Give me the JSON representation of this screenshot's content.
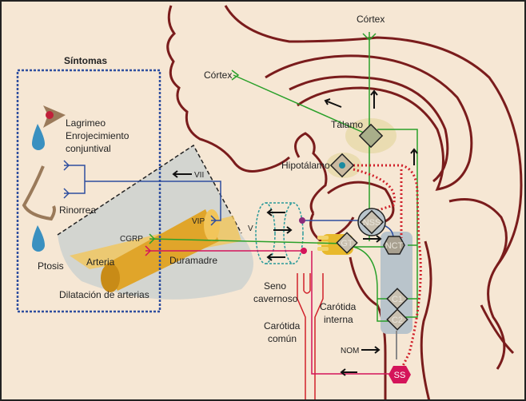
{
  "symptoms": {
    "title": "Síntomas",
    "items": [
      "Lagrimeo",
      "Enrojecimiento",
      "conjuntival",
      "Rinorrea",
      "Ptosis",
      "Dilatación de arterias"
    ]
  },
  "labels": {
    "cortex_top": "Córtex",
    "cortex_left": "Córtex",
    "talamo": "Tálamo",
    "hipotalamo": "Hipotálamo",
    "vii": "VII",
    "v": "V",
    "vip": "VIP",
    "cgrp": "CGRP",
    "arteria": "Arteria",
    "duramadre": "Duramadre",
    "seno1": "Seno",
    "seno2": "cavernoso",
    "carotida_interna1": "Carótida",
    "carotida_interna2": "interna",
    "carotida_comun1": "Carótida",
    "carotida_comun2": "común",
    "nom": "NOM"
  },
  "nodes": {
    "nss": "NSS",
    "gt": "GT",
    "nct": "NCT",
    "c1": "C1",
    "c2": "C2",
    "ss": "SS"
  },
  "colors": {
    "background": "#f6e7d4",
    "brain": "#7a1c1c",
    "trigeminal": "#2aa02a",
    "parasympathetic": "#2f4f9f",
    "sympathetic": "#d4145a",
    "dotted_red": "#d0202a",
    "artery": "#e0a52a",
    "shade": "#cfd3cf"
  }
}
